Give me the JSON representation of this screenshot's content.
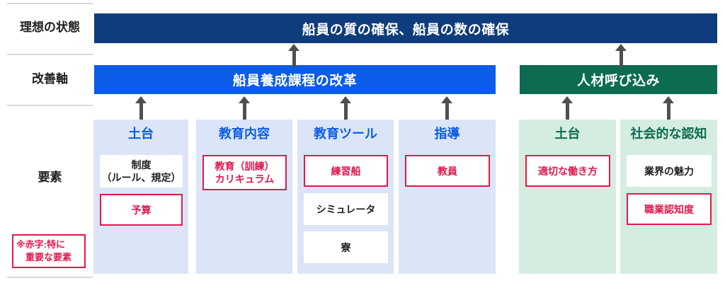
{
  "row_labels": {
    "ideal_state": "理想の状態",
    "improvement_axis": "改善軸",
    "elements": "要素"
  },
  "goal_bar": {
    "label": "船員の質の確保、船員の数の確保"
  },
  "axes": [
    {
      "label": "船員養成課程の改革"
    },
    {
      "label": "人材呼び込み"
    }
  ],
  "columns": [
    {
      "header": "土台",
      "group": "education",
      "boxes": [
        {
          "style": "plain",
          "lines": [
            "制度",
            "（ルール、規定）"
          ]
        },
        {
          "style": "important",
          "lines": [
            "予算"
          ]
        }
      ]
    },
    {
      "header": "教育内容",
      "group": "education",
      "boxes": [
        {
          "style": "important",
          "lines": [
            "教育（訓練）",
            "カリキュラム"
          ]
        }
      ]
    },
    {
      "header": "教育ツール",
      "group": "education",
      "boxes": [
        {
          "style": "important",
          "lines": [
            "練習船"
          ]
        },
        {
          "style": "plain",
          "lines": [
            "シミュレータ"
          ]
        },
        {
          "style": "plain",
          "lines": [
            "寮"
          ]
        }
      ]
    },
    {
      "header": "指導",
      "group": "education",
      "boxes": [
        {
          "style": "important",
          "lines": [
            "教員"
          ]
        }
      ]
    },
    {
      "header": "土台",
      "group": "recruiting",
      "boxes": [
        {
          "style": "important",
          "lines": [
            "適切な働き方"
          ]
        }
      ]
    },
    {
      "header": "社会的な認知",
      "group": "recruiting",
      "boxes": [
        {
          "style": "plain",
          "lines": [
            "業界の魅力"
          ]
        },
        {
          "style": "important",
          "lines": [
            "職業認知度"
          ]
        }
      ]
    }
  ],
  "legend_note": {
    "lines": [
      "※赤字:特に",
      "重要な要素"
    ]
  },
  "palette": {
    "goal_bar_bg": "#0E3C7C",
    "education_axis_bg": "#0B5CE8",
    "recruiting_axis_bg": "#0C6B50",
    "education_column_bg": "#DBE5F7",
    "recruiting_column_bg": "#D5ECE0",
    "important_red": "#E0194E",
    "arrow_gray": "#4F4F4F"
  }
}
